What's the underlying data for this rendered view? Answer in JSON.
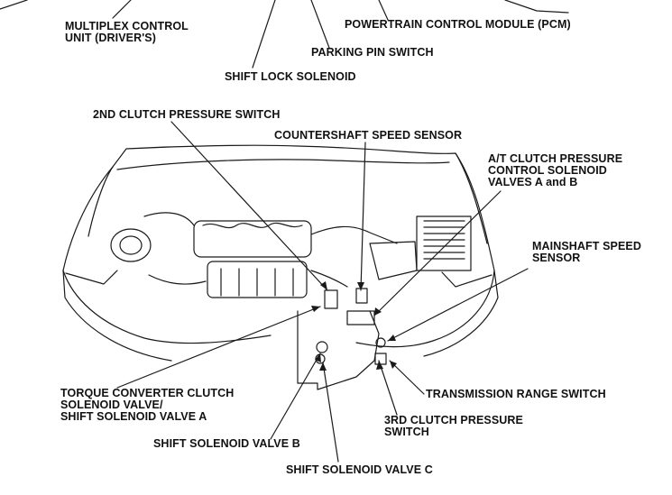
{
  "labels": {
    "multiplex": [
      "MULTIPLEX CONTROL",
      "UNIT (DRIVER'S)"
    ],
    "pcm": "POWERTRAIN CONTROL MODULE (PCM)",
    "parking_pin": "PARKING PIN SWITCH",
    "shift_lock": "SHIFT LOCK SOLENOID",
    "second_clutch": "2ND CLUTCH PRESSURE SWITCH",
    "countershaft": "COUNTERSHAFT SPEED SENSOR",
    "at_clutch": [
      "A/T CLUTCH PRESSURE",
      "CONTROL SOLENOID",
      "VALVES A and B"
    ],
    "mainshaft": [
      "MAINSHAFT SPEED",
      "SENSOR"
    ],
    "torque_converter": [
      "TORQUE CONVERTER CLUTCH",
      "SOLENOID VALVE/",
      "SHIFT SOLENOID VALVE A"
    ],
    "trans_range": "TRANSMISSION RANGE SWITCH",
    "third_clutch": [
      "3RD CLUTCH PRESSURE",
      "SWITCH"
    ],
    "shift_b": "SHIFT SOLENOID VALVE B",
    "shift_c": "SHIFT SOLENOID VALVE C"
  },
  "colors": {
    "line": "#1a1a1a",
    "text": "#111111",
    "background": "#ffffff"
  }
}
